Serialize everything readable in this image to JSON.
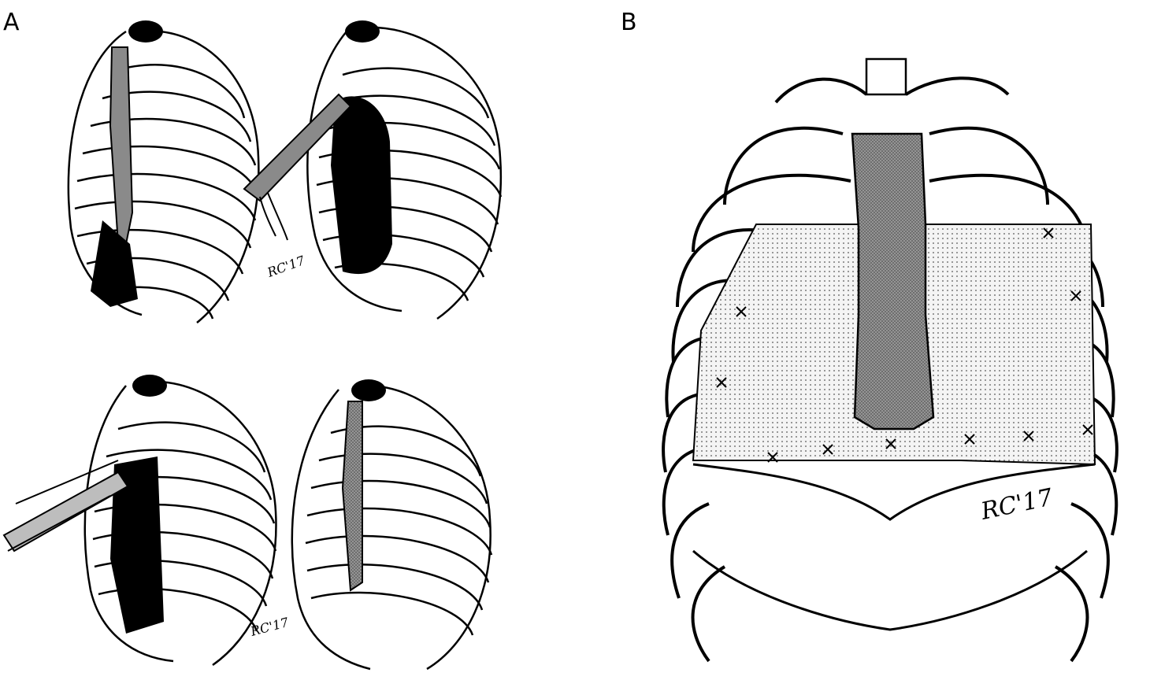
{
  "panels": {
    "a": {
      "label": "A",
      "signature": "RC'17"
    },
    "b": {
      "label": "B",
      "signature": "RC'17"
    }
  },
  "colors": {
    "ink": "#000000",
    "paper": "#ffffff",
    "graft": "#8a8a8a",
    "mesh": "#e9e9e9"
  }
}
